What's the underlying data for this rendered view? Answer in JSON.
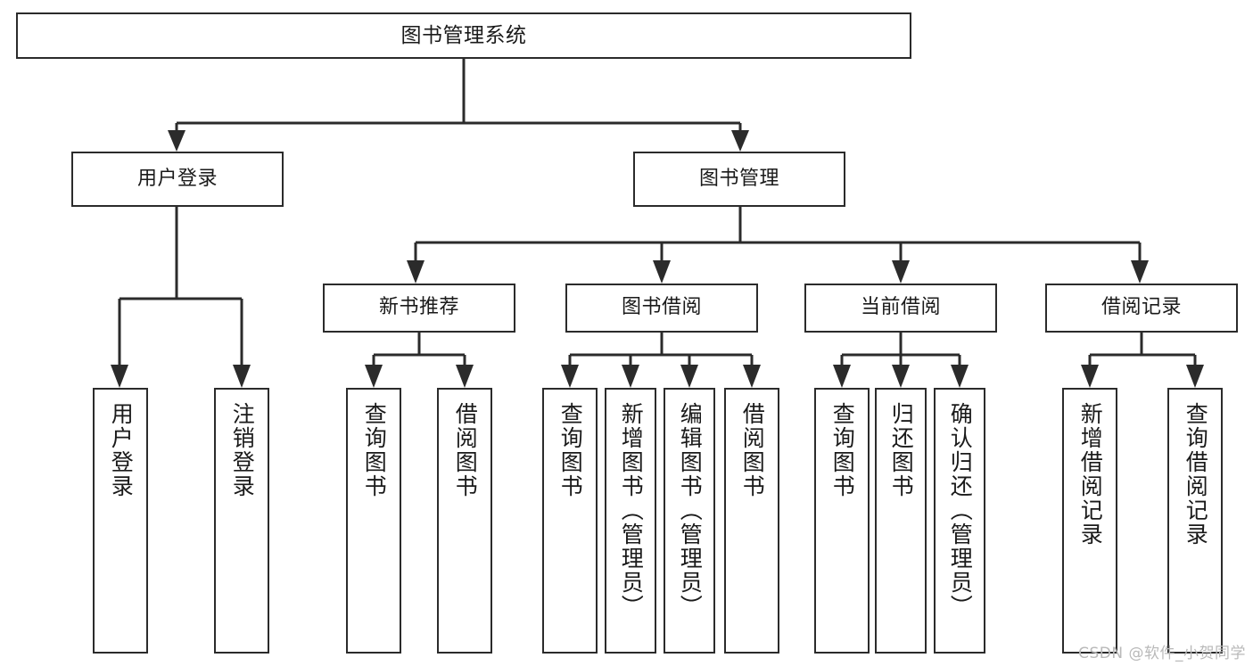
{
  "diagram": {
    "title": "图书管理系统",
    "type": "hierarchy-tree",
    "watermark": "CSDN @软件_小贺同学",
    "colors": {
      "background": "#ffffff",
      "node_fill": "#ffffff",
      "node_stroke": "#2b2b2b",
      "edge": "#2b2b2b",
      "text": "#1a1a1a",
      "watermark": "#b9b9b9"
    },
    "nodes": {
      "root": {
        "label": "图书管理系统"
      },
      "level1": [
        {
          "id": "user-login",
          "label": "用户登录"
        },
        {
          "id": "book-manage",
          "label": "图书管理"
        }
      ],
      "level2": [
        {
          "id": "new-book-rec",
          "label": "新书推荐"
        },
        {
          "id": "book-borrow",
          "label": "图书借阅"
        },
        {
          "id": "current-borrow",
          "label": "当前借阅"
        },
        {
          "id": "borrow-record",
          "label": "借阅记录"
        }
      ],
      "leaves": [
        {
          "id": "leaf-user-login",
          "label": "用户登录",
          "parent": "user-login"
        },
        {
          "id": "leaf-logout",
          "label": "注销登录",
          "parent": "user-login"
        },
        {
          "id": "leaf-query-book-1",
          "label": "查询图书",
          "parent": "new-book-rec"
        },
        {
          "id": "leaf-borrow-book-1",
          "label": "借阅图书",
          "parent": "new-book-rec"
        },
        {
          "id": "leaf-query-book-2",
          "label": "查询图书",
          "parent": "book-borrow"
        },
        {
          "id": "leaf-add-book",
          "label": "新增图书（管理员）",
          "parent": "book-borrow"
        },
        {
          "id": "leaf-edit-book",
          "label": "编辑图书（管理员）",
          "parent": "book-borrow"
        },
        {
          "id": "leaf-borrow-book-2",
          "label": "借阅图书",
          "parent": "book-borrow"
        },
        {
          "id": "leaf-query-book-3",
          "label": "查询图书",
          "parent": "current-borrow"
        },
        {
          "id": "leaf-return-book",
          "label": "归还图书",
          "parent": "current-borrow"
        },
        {
          "id": "leaf-confirm-return",
          "label": "确认归还（管理员）",
          "parent": "current-borrow"
        },
        {
          "id": "leaf-add-record",
          "label": "新增借阅记录",
          "parent": "borrow-record"
        },
        {
          "id": "leaf-query-record",
          "label": "查询借阅记录",
          "parent": "borrow-record"
        }
      ]
    }
  }
}
